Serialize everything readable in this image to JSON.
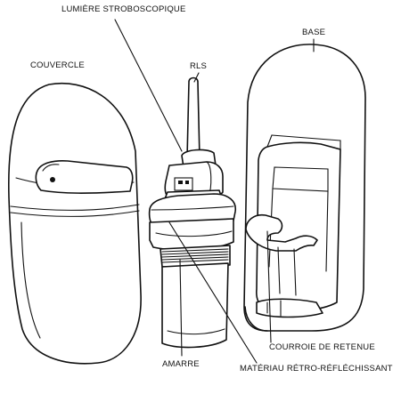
{
  "labels": {
    "strobe": "LUMIÈRE STROBOSCOPIQUE",
    "cover": "COUVERCLE",
    "rls": "RLS",
    "base": "BASE",
    "strap": "COURROIE DE RETENUE",
    "mooring": "AMARRE",
    "reflective": "MATÉRIAU RÉTRO-RÉFLÉCHISSANT"
  }
}
